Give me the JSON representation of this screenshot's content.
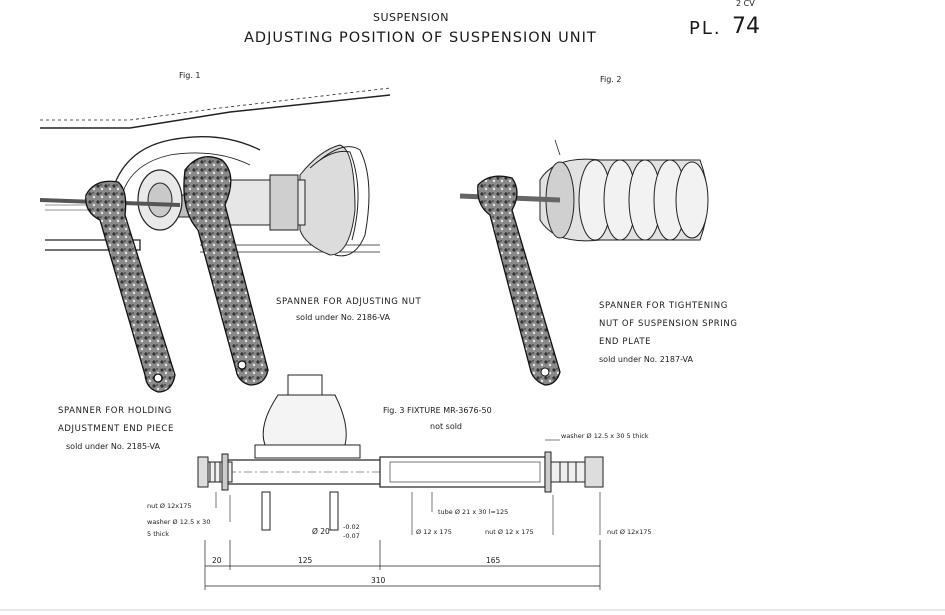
{
  "header": {
    "top_right": "2 CV",
    "section": "SUSPENSION",
    "title": "ADJUSTING POSITION OF SUSPENSION UNIT",
    "plate_prefix": "PL.",
    "plate_number": "74"
  },
  "figures": {
    "fig1": "Fig. 1",
    "fig2": "Fig. 2",
    "fig3": "Fig. 3   FIXTURE MR-3676-50",
    "fig3_note": "not sold"
  },
  "captions": {
    "adjusting_nut_line1": "SPANNER FOR ADJUSTING NUT",
    "adjusting_nut_line2": "sold under No. 2186-VA",
    "tightening_line1": "SPANNER FOR TIGHTENING",
    "tightening_line2": "NUT OF SUSPENSION SPRING",
    "tightening_line3": "END PLATE",
    "tightening_line4": "sold under No. 2187-VA",
    "holding_line1": "SPANNER FOR HOLDING",
    "holding_line2": "ADJUSTMENT END PIECE",
    "holding_line3": "sold under No. 2185-VA"
  },
  "annotations": {
    "washer_right": "washer Ø 12.5 x 30  5 thick",
    "nut_left": "nut Ø 12x175",
    "washer_left": "washer Ø 12.5 x 30",
    "washer_left_thick": "5 thick",
    "tube": "tube  Ø 21 x 30  l=125",
    "rod_dia": "Ø 20",
    "rod_tol_upper": "-0.02",
    "rod_tol_lower": "-0.07",
    "thread_left": "Ø 12 x 175",
    "nut_mid": "nut  Ø 12 x 175",
    "nut_right": "nut  Ø 12x175"
  },
  "dimensions": {
    "d20": "20",
    "d125": "125",
    "d165": "165",
    "d310": "310"
  }
}
